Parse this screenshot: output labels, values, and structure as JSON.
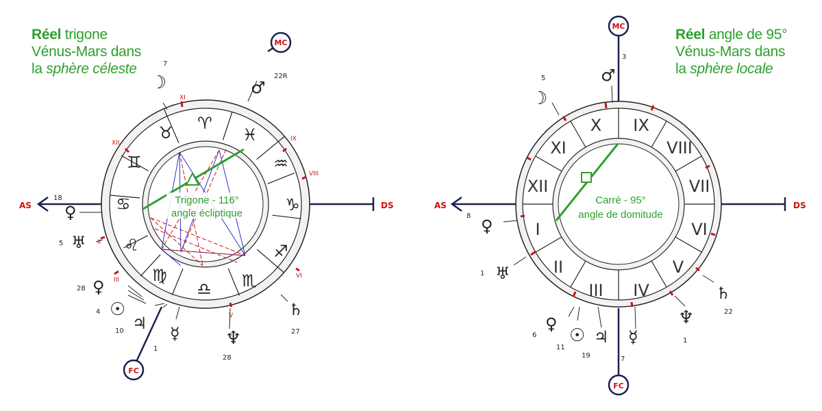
{
  "colors": {
    "green": "#2ca02c",
    "navy": "#1a2050",
    "red": "#cc1111",
    "blue": "#2233cc",
    "ring_fill": "#f2f2f2",
    "line": "#222222"
  },
  "left": {
    "title": {
      "bold": "Réel",
      "line1_rest": "trigone",
      "line2": "Vénus-Mars dans",
      "line3_prefix": "la",
      "line3_italic": "sphère céleste"
    },
    "center": {
      "line1": "Trigone - 116°",
      "line2": "angle écliptique",
      "aspect_glyph": "triangle"
    },
    "axes": {
      "as": "AS",
      "ds": "DS",
      "mc": "MC",
      "fc": "FC"
    },
    "signs": [
      {
        "name": "aries",
        "glyph": "♈"
      },
      {
        "name": "pisces",
        "glyph": "♓"
      },
      {
        "name": "aquarius",
        "glyph": "♒"
      },
      {
        "name": "capricorn",
        "glyph": "♑"
      },
      {
        "name": "sagittarius",
        "glyph": "♐"
      },
      {
        "name": "scorpio",
        "glyph": "♏"
      },
      {
        "name": "libra",
        "glyph": "♎"
      },
      {
        "name": "virgo",
        "glyph": "♍"
      },
      {
        "name": "leo",
        "glyph": "♌"
      },
      {
        "name": "cancer",
        "glyph": "♋"
      },
      {
        "name": "gemini",
        "glyph": "♊"
      },
      {
        "name": "taurus",
        "glyph": "♉"
      }
    ],
    "house_labels": [
      "XI",
      "XII",
      "IX",
      "VIII",
      "II",
      "III",
      "VI",
      "V"
    ],
    "planets": [
      {
        "name": "moon",
        "glyph": "☽",
        "degree": "7"
      },
      {
        "name": "mars",
        "glyph": "♂",
        "degree": "22R"
      },
      {
        "name": "venus",
        "glyph": "♀",
        "degree": "18"
      },
      {
        "name": "uranus",
        "glyph": "♅",
        "degree": "5"
      },
      {
        "name": "pluto",
        "glyph": "♀",
        "degree": "28"
      },
      {
        "name": "sun",
        "glyph": "☉",
        "degree": "4"
      },
      {
        "name": "jupiter",
        "glyph": "♃",
        "degree": "10"
      },
      {
        "name": "mercury",
        "glyph": "☿",
        "degree": "1"
      },
      {
        "name": "neptune",
        "glyph": "♆",
        "degree": "28"
      },
      {
        "name": "saturn",
        "glyph": "♄",
        "degree": "27"
      }
    ]
  },
  "right": {
    "title": {
      "bold": "Réel",
      "line1_rest": "angle de 95°",
      "line2": "Vénus-Mars dans",
      "line3_prefix": "la",
      "line3_italic": "sphère locale"
    },
    "center": {
      "line1": "Carré - 95°",
      "line2": "angle de domitude",
      "aspect_glyph": "square"
    },
    "axes": {
      "as": "AS",
      "ds": "DS",
      "mc": "MC",
      "fc": "FC"
    },
    "houses": [
      "X",
      "IX",
      "VIII",
      "VII",
      "VI",
      "V",
      "IV",
      "III",
      "II",
      "I",
      "XII",
      "XI"
    ],
    "planets": [
      {
        "name": "moon",
        "glyph": "☽",
        "degree": "5"
      },
      {
        "name": "mars",
        "glyph": "♂",
        "degree": "3"
      },
      {
        "name": "venus",
        "glyph": "♀",
        "degree": "8"
      },
      {
        "name": "uranus",
        "glyph": "♅",
        "degree": "1"
      },
      {
        "name": "pluto",
        "glyph": "♀",
        "degree": "6"
      },
      {
        "name": "sun",
        "glyph": "☉",
        "degree": "11"
      },
      {
        "name": "jupiter",
        "glyph": "♃",
        "degree": "19"
      },
      {
        "name": "mercury",
        "glyph": "☿",
        "degree": "7"
      },
      {
        "name": "neptune",
        "glyph": "♆",
        "degree": "1"
      },
      {
        "name": "saturn",
        "glyph": "♄",
        "degree": "22"
      }
    ]
  }
}
